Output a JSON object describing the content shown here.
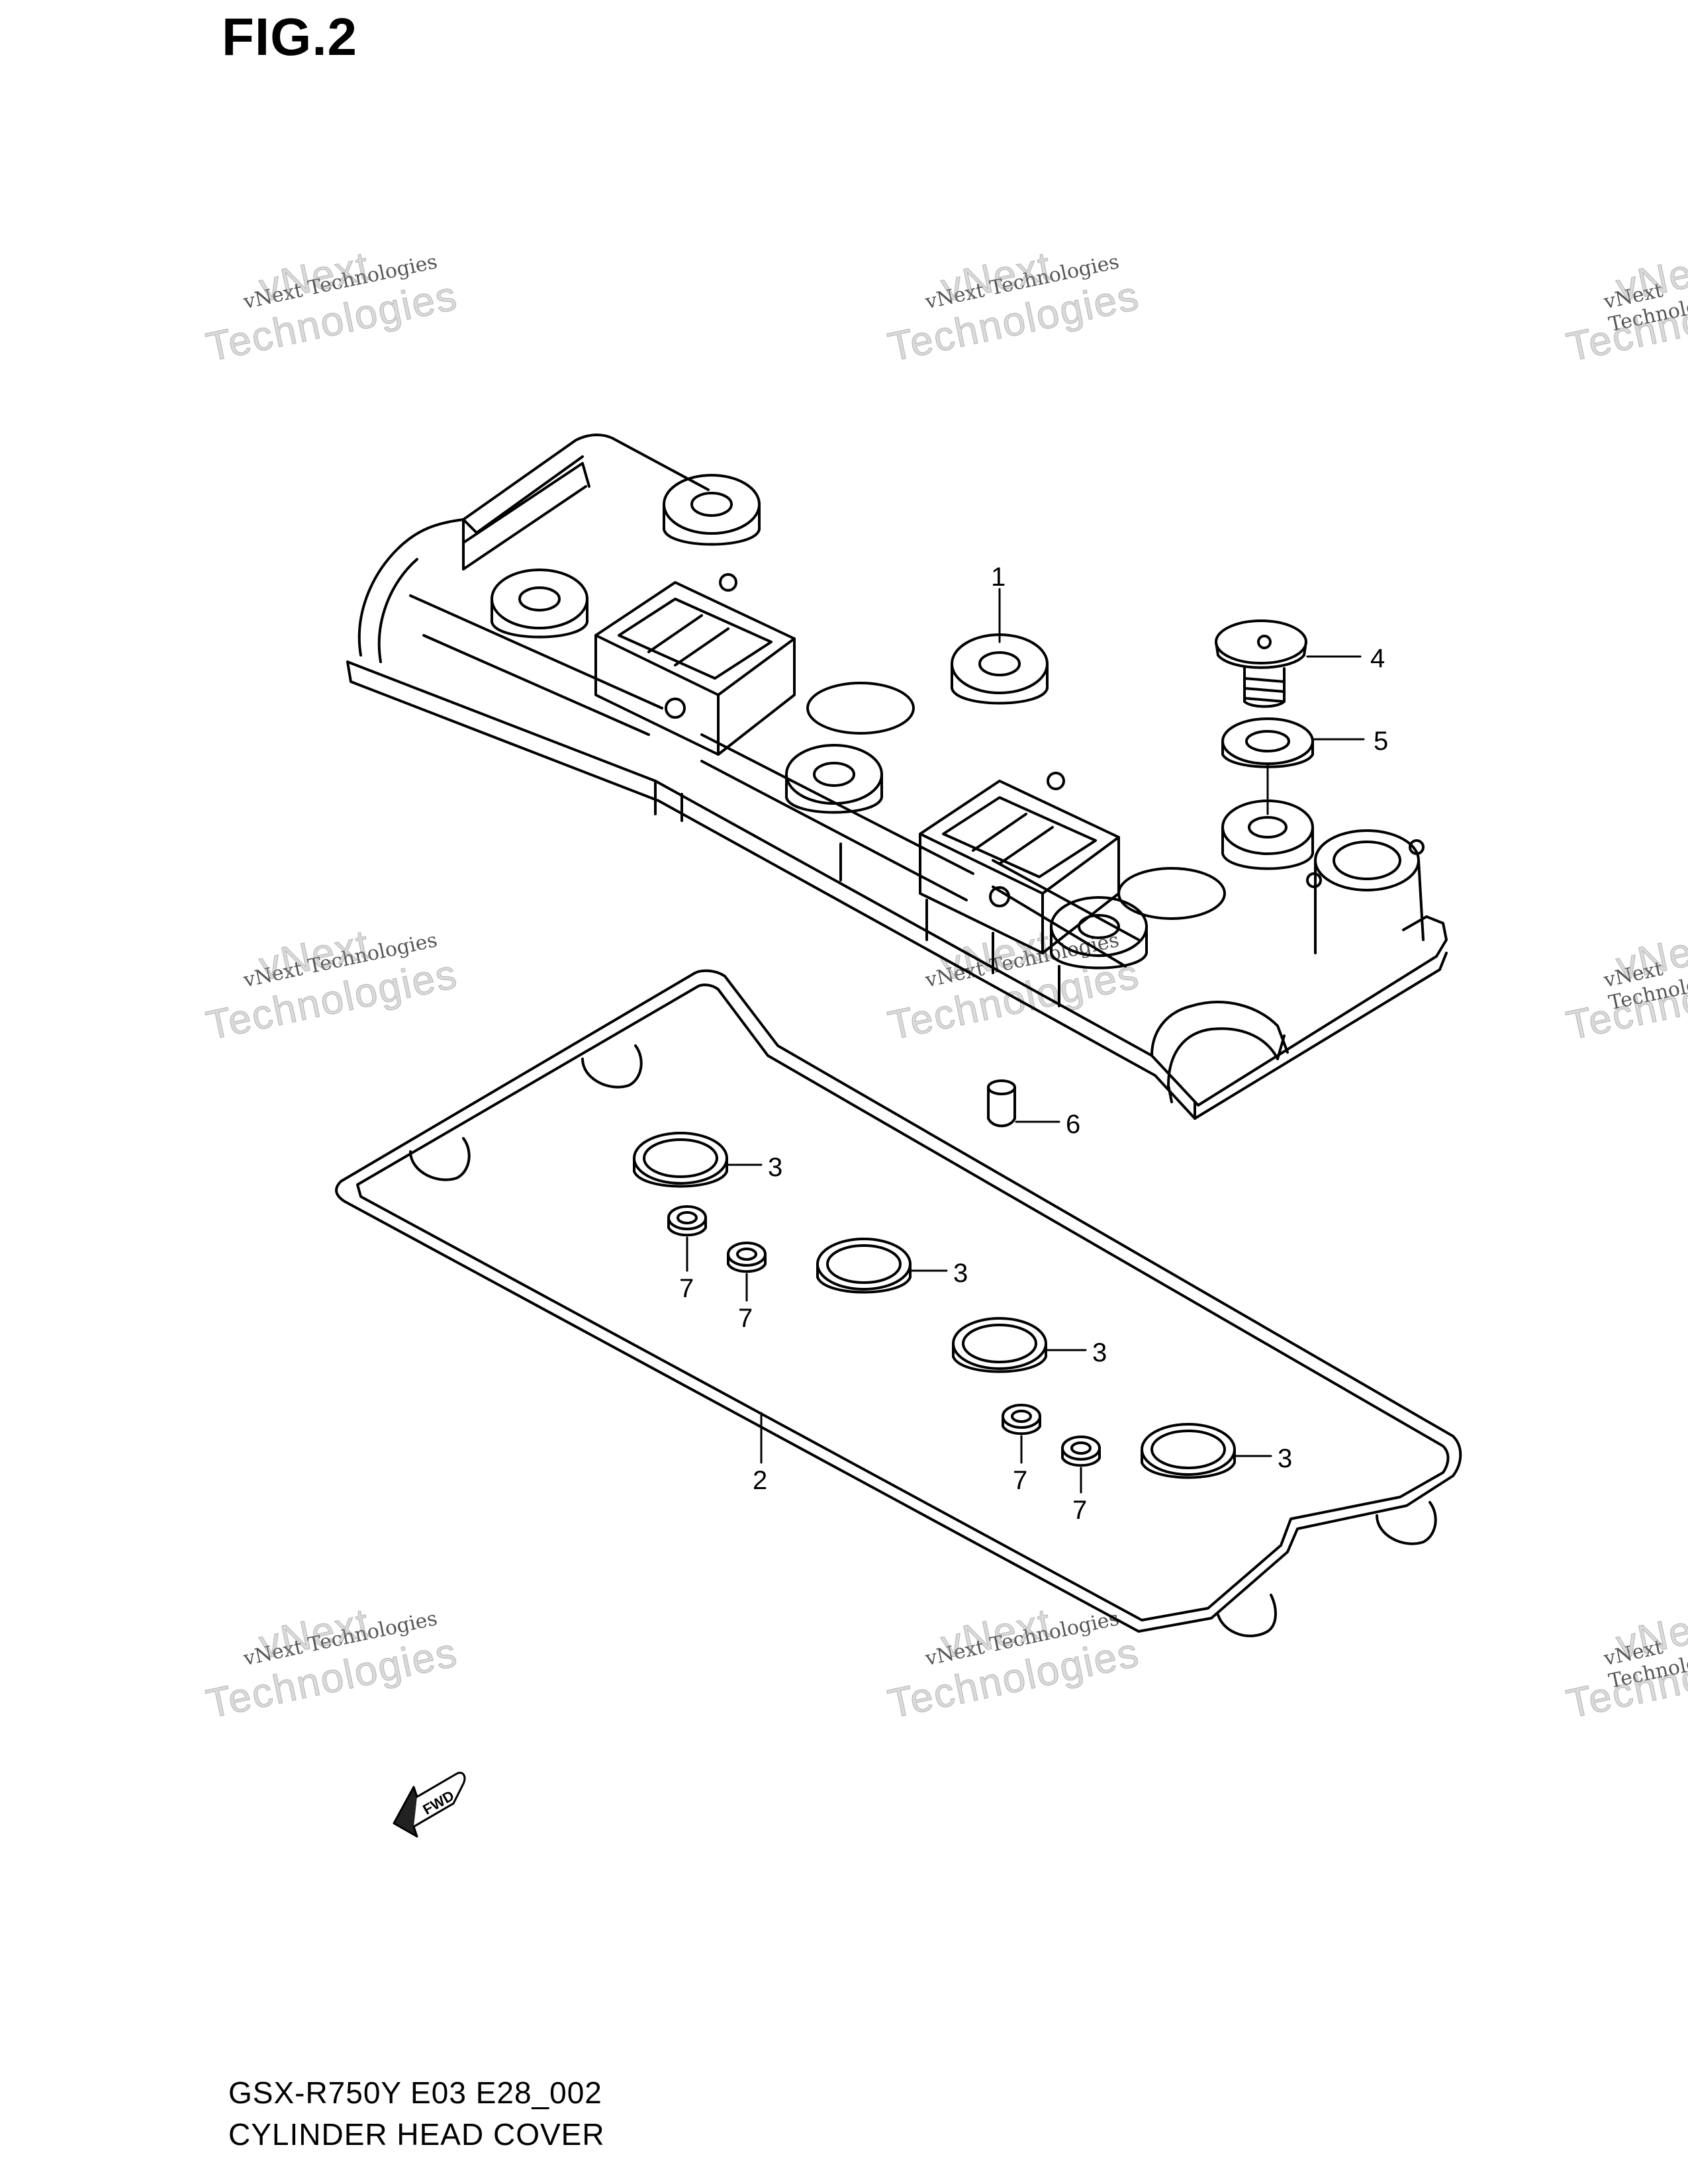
{
  "figure": {
    "title": "FIG.2",
    "model_code": "GSX-R750Y E03 E28_002",
    "part_name": "CYLINDER HEAD COVER"
  },
  "watermark": {
    "small_text": "vNext Technologies",
    "big_line1": "vNext",
    "big_line2": "Technologies"
  },
  "fwd_label": "FWD",
  "callouts": {
    "c1": "1",
    "c2": "2",
    "c4": "4",
    "c5": "5",
    "c6": "6",
    "c3a": "3",
    "c3b": "3",
    "c3c": "3",
    "c3d": "3",
    "c7a": "7",
    "c7b": "7",
    "c7c": "7",
    "c7d": "7"
  }
}
